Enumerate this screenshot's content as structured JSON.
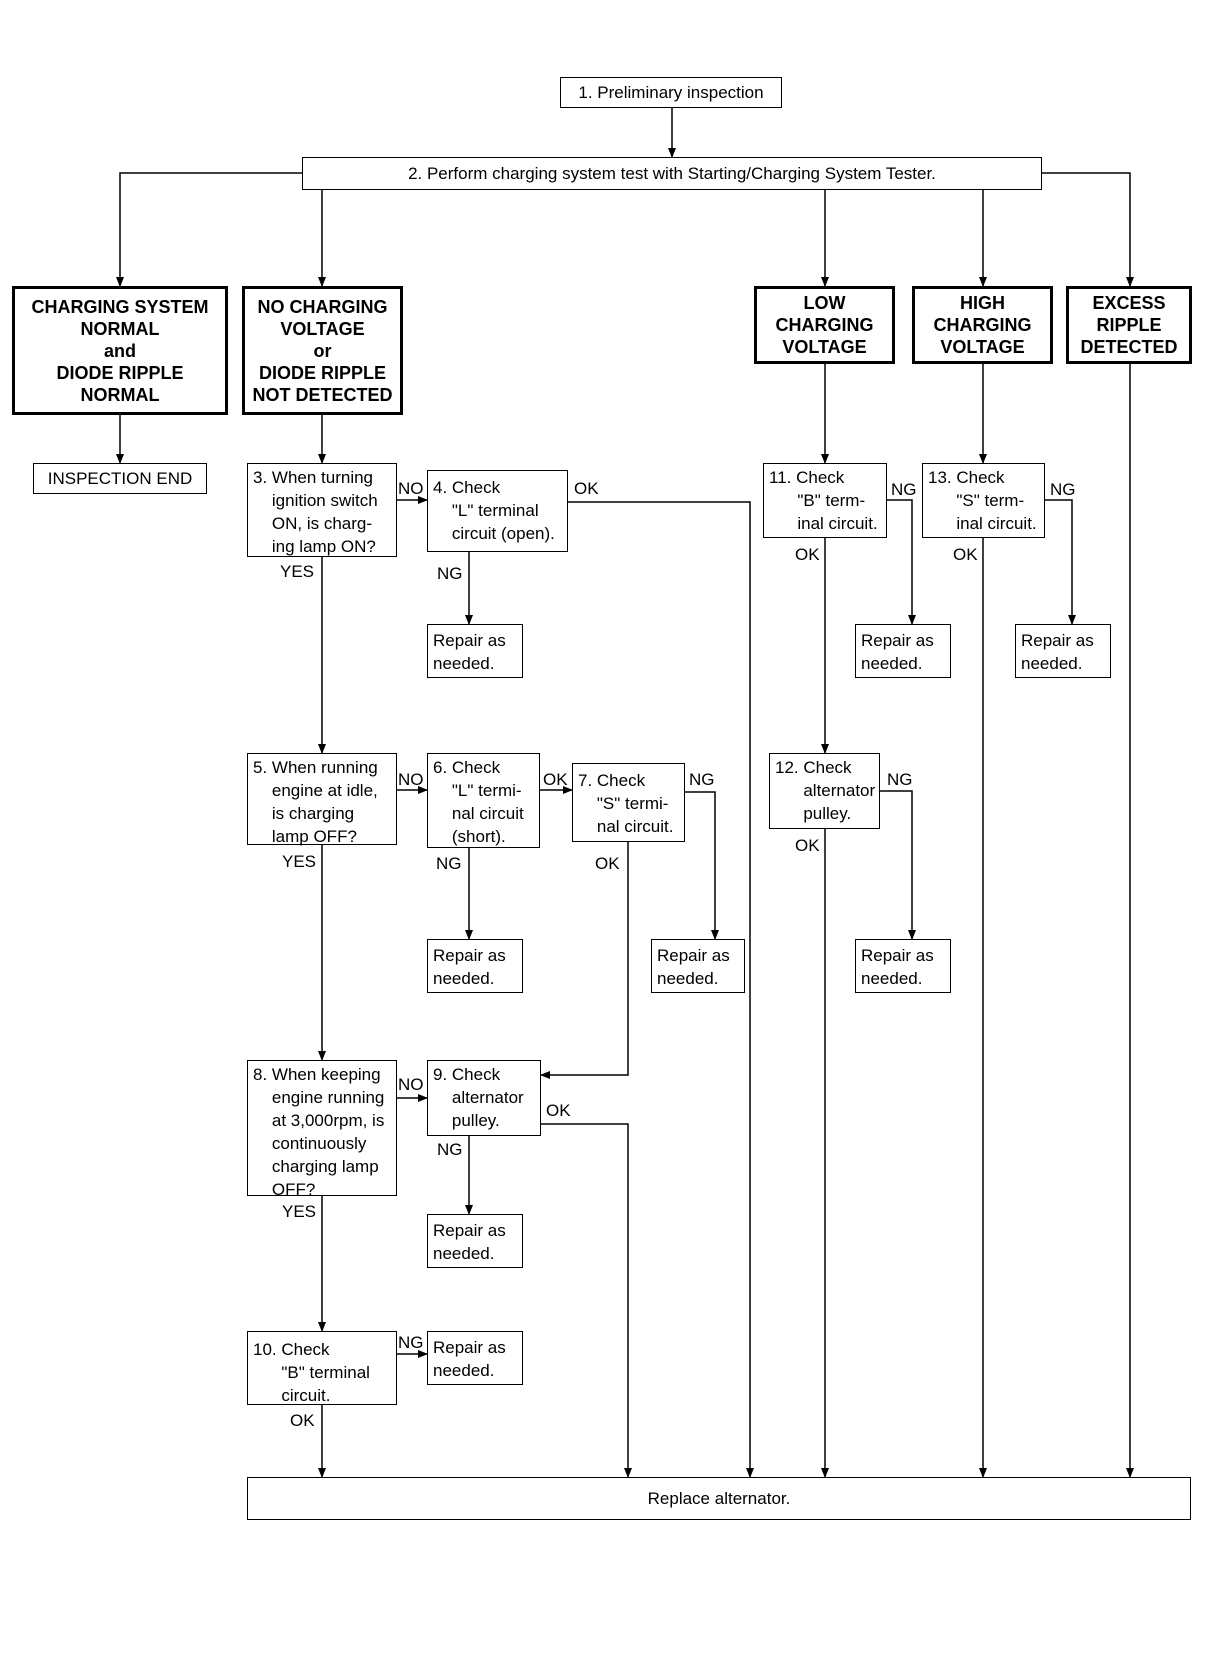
{
  "nodes": {
    "n1": "1. Preliminary inspection",
    "n2": "2. Perform charging system test with Starting/Charging System Tester.",
    "normal": "CHARGING SYSTEM\nNORMAL\nand\nDIODE RIPPLE\nNORMAL",
    "no_charging": "NO CHARGING\nVOLTAGE\nor\nDIODE RIPPLE\nNOT DETECTED",
    "low": "LOW\nCHARGING\nVOLTAGE",
    "high": "HIGH\nCHARGING\nVOLTAGE",
    "excess": "EXCESS\nRIPPLE\nDETECTED",
    "end": "INSPECTION END",
    "n3": "3. When turning\n    ignition switch\n    ON, is charg-\n    ing lamp ON?",
    "n4": "4. Check\n    \"L\" terminal\n    circuit (open).",
    "n5": "5. When running\n    engine at idle,\n    is charging\n    lamp OFF?",
    "n6": "6. Check\n    \"L\" termi-\n    nal circuit\n    (short).",
    "n7": "7. Check\n    \"S\" termi-\n    nal circuit.",
    "n8": "8. When keeping\n    engine running\n    at 3,000rpm, is\n    continuously\n    charging lamp\n    OFF?",
    "n9": "9. Check\n    alternator\n    pulley.",
    "n10": "10. Check\n      \"B\" terminal\n      circuit.",
    "n11": "11. Check\n      \"B\" term-\n      inal circuit.",
    "n12": "12. Check\n      alternator\n      pulley.",
    "n13": "13. Check\n      \"S\" term-\n      inal circuit.",
    "repair": "Repair as\nneeded.",
    "replace": "Replace alternator."
  },
  "labels": {
    "yes": "YES",
    "no": "NO",
    "ok": "OK",
    "ng": "NG"
  }
}
